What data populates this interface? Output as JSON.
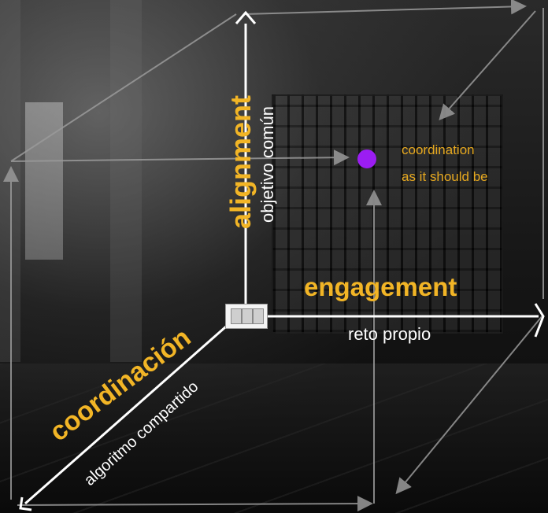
{
  "axes": {
    "alignment": {
      "title": "alignment",
      "subtitle": "objetivo común"
    },
    "engagement": {
      "title": "engagement",
      "subtitle": "reto propio"
    },
    "coordination": {
      "title": "coordinación",
      "subtitle": "algoritmo compartido"
    }
  },
  "target_point": {
    "line1": "coordination",
    "line2": "as it should be",
    "color": "#9b1df2"
  },
  "colors": {
    "accent": "#f2b526",
    "text": "#ffffff",
    "arrow": "#9a9a9a"
  },
  "icons": {
    "center": "shoji-thumbnail-icon"
  }
}
